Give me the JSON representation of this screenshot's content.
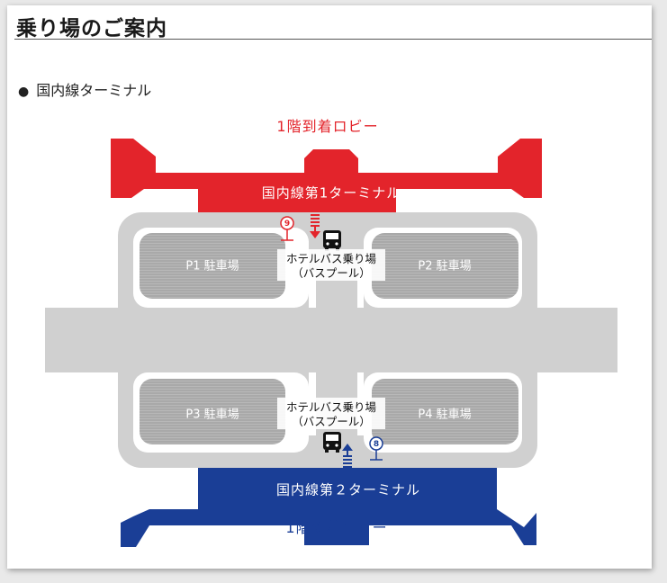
{
  "page": {
    "title": "乗り場のご案内",
    "section_heading": "国内線ターミナル"
  },
  "colors": {
    "terminal1": "#e3242b",
    "terminal2": "#1a3e96",
    "road": "#d0d0d0",
    "parking": "#a9a9a9",
    "bus_icon": "#111111"
  },
  "map": {
    "terminal1": {
      "name": "国内線第1ターミナル",
      "floor_label": "1階到着ロビー"
    },
    "terminal2": {
      "name": "国内線第２ターミナル",
      "floor_label": "1階到着ロビー"
    },
    "parking_lots": [
      {
        "id": "P1",
        "label": "P1 駐車場"
      },
      {
        "id": "P2",
        "label": "P2 駐車場"
      },
      {
        "id": "P3",
        "label": "P3 駐車場"
      },
      {
        "id": "P4",
        "label": "P4 駐車場"
      }
    ],
    "bus_stops": [
      {
        "line1": "ホテルバス乗り場",
        "line2": "（バスプール）",
        "pin_number": "9",
        "pin_color": "#e3242b",
        "icon": "bus-icon"
      },
      {
        "line1": "ホテルバス乗り場",
        "line2": "（バスプール）",
        "pin_number": "8",
        "pin_color": "#1a3e96",
        "icon": "bus-icon"
      }
    ]
  }
}
